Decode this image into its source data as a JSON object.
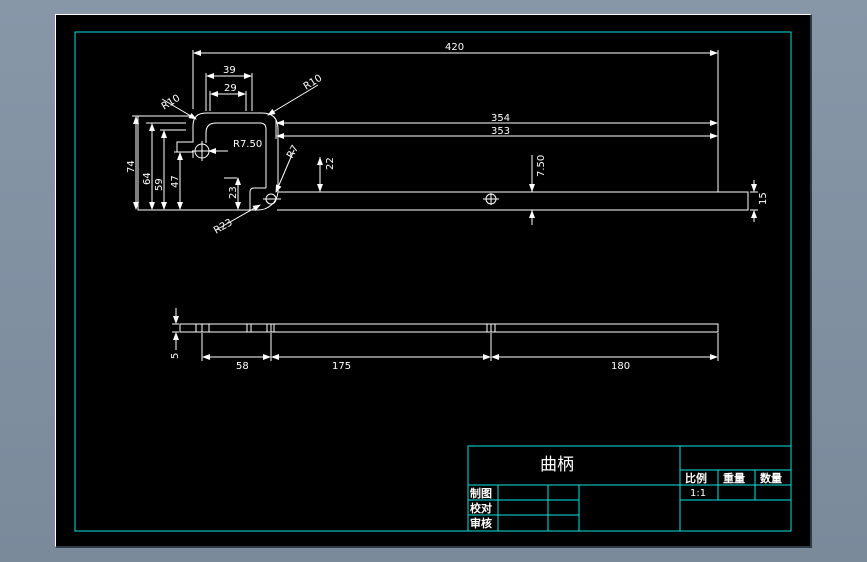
{
  "colors": {
    "background": "#000000",
    "lines": "#ffffff",
    "border_frame": "#00e5e5",
    "viewport": "#7f8fa0"
  },
  "front_view": {
    "dims": {
      "length_total": "420",
      "width_outer": "39",
      "width_inner": "29",
      "radius_top_left": "R10",
      "radius_top_right": "R10",
      "length_354": "354",
      "length_353": "353",
      "radius_hole": "R7.50",
      "radius_inner": "R7",
      "height_22": "22",
      "height_7_50": "7.50",
      "height_74": "74",
      "height_64": "64",
      "height_59": "59",
      "height_47": "47",
      "height_23": "23",
      "radius_bottom": "R23",
      "thickness_15": "15"
    }
  },
  "top_view": {
    "dims": {
      "thickness_5": "5",
      "len_58": "58",
      "len_175": "175",
      "len_180": "180"
    }
  },
  "title_block": {
    "part_name": "曲柄",
    "header_scale": "比例",
    "header_weight": "重量",
    "header_qty": "数量",
    "scale_value": "1:1",
    "row_drawn": "制图",
    "row_checked": "校对",
    "row_approved": "审核"
  }
}
